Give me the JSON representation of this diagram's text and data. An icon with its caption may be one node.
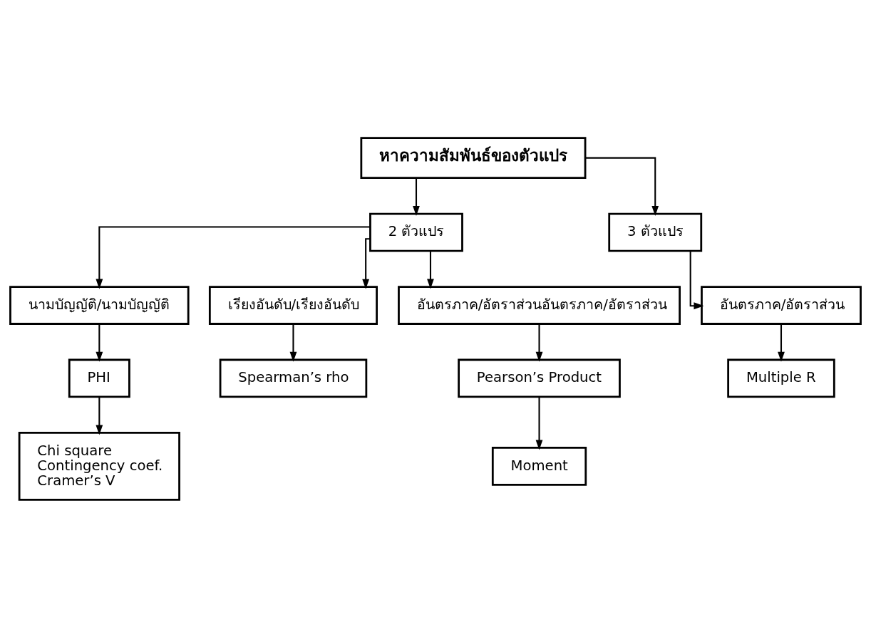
{
  "diagram": {
    "nodes": [
      {
        "text": [
          "หาความสัมพันธ์ของตัวแปร"
        ]
      },
      {
        "text": [
          "2 ตัวแปร"
        ]
      },
      {
        "text": [
          "3 ตัวแปร"
        ]
      },
      {
        "text": [
          "นามบัญญัติ/นามบัญญัติ"
        ]
      },
      {
        "text": [
          "เรียงอันดับ/เรียงอันดับ"
        ]
      },
      {
        "text": [
          "อันตรภาค/อัตราส่วนอันตรภาค/อัตราส่วน"
        ]
      },
      {
        "text": [
          "อันตรภาค/อัตราส่วน"
        ]
      },
      {
        "text": [
          "PHI"
        ]
      },
      {
        "text": [
          "Spearman’s rho"
        ]
      },
      {
        "text": [
          "Pearson’s Product"
        ]
      },
      {
        "text": [
          "Moment"
        ]
      },
      {
        "text": [
          "Chi square",
          "Contingency coef.",
          "Cramer’s V"
        ]
      },
      {
        "text": [
          "Multiple R"
        ]
      }
    ],
    "edges": [
      {
        "from": 0,
        "to": 1,
        "arrow": "to"
      },
      {
        "from": 0,
        "to": 2,
        "arrow": "to"
      },
      {
        "from": 1,
        "to": 3,
        "arrow": "to"
      },
      {
        "from": 1,
        "to": 4,
        "arrow": "to"
      },
      {
        "from": 1,
        "to": 5,
        "arrow": "to"
      },
      {
        "from": 2,
        "to": 6,
        "arrow": "to"
      },
      {
        "from": 3,
        "to": 7,
        "arrow": "to"
      },
      {
        "from": 4,
        "to": 8,
        "arrow": "to"
      },
      {
        "from": 5,
        "to": 9,
        "arrow": "to"
      },
      {
        "from": 6,
        "to": 12,
        "arrow": "to"
      },
      {
        "from": 7,
        "to": 11,
        "arrow": "to"
      },
      {
        "from": 9,
        "to": 10,
        "arrow": "to"
      }
    ]
  }
}
